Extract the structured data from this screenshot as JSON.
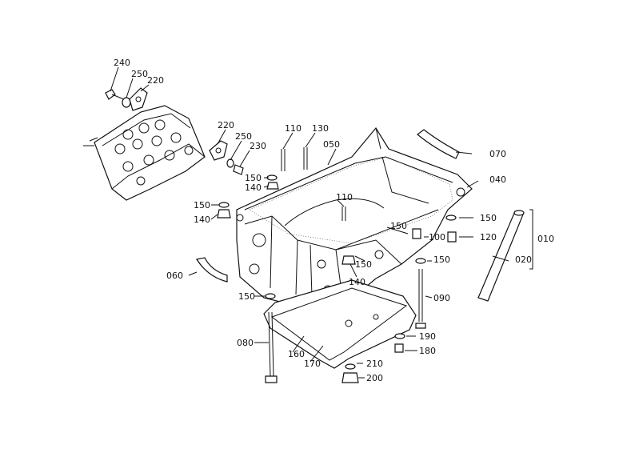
{
  "callouts": [
    {
      "id": "p240",
      "text": "240"
    },
    {
      "id": "p250a",
      "text": "250"
    },
    {
      "id": "p220a",
      "text": "220"
    },
    {
      "id": "p220b",
      "text": "220"
    },
    {
      "id": "p250b",
      "text": "250"
    },
    {
      "id": "p230",
      "text": "230"
    },
    {
      "id": "p110a",
      "text": "110"
    },
    {
      "id": "p130",
      "text": "130"
    },
    {
      "id": "p050",
      "text": "050"
    },
    {
      "id": "p070",
      "text": "070"
    },
    {
      "id": "p040",
      "text": "040"
    },
    {
      "id": "p150a",
      "text": "150"
    },
    {
      "id": "p140a",
      "text": "140"
    },
    {
      "id": "p150b",
      "text": "150"
    },
    {
      "id": "p140b",
      "text": "140"
    },
    {
      "id": "p110b",
      "text": "110"
    },
    {
      "id": "p150c",
      "text": "150"
    },
    {
      "id": "p150d",
      "text": "150"
    },
    {
      "id": "p100",
      "text": "100"
    },
    {
      "id": "p120",
      "text": "120"
    },
    {
      "id": "p010",
      "text": "010"
    },
    {
      "id": "p020",
      "text": "020"
    },
    {
      "id": "p150e",
      "text": "150"
    },
    {
      "id": "p060",
      "text": "060"
    },
    {
      "id": "p150f",
      "text": "150"
    },
    {
      "id": "p140c",
      "text": "140"
    },
    {
      "id": "p150g",
      "text": "150"
    },
    {
      "id": "p090",
      "text": "090"
    },
    {
      "id": "p080",
      "text": "080"
    },
    {
      "id": "p160",
      "text": "160"
    },
    {
      "id": "p170",
      "text": "170"
    },
    {
      "id": "p190",
      "text": "190"
    },
    {
      "id": "p180",
      "text": "180"
    },
    {
      "id": "p210",
      "text": "210"
    },
    {
      "id": "p200",
      "text": "200"
    }
  ]
}
